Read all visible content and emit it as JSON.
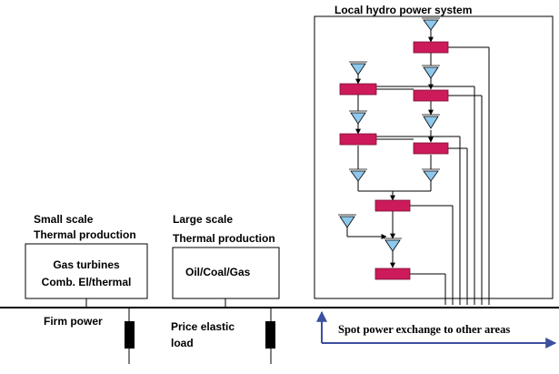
{
  "hydro": {
    "title": "Local hydro power system"
  },
  "small_scale": {
    "line1": "Small scale",
    "line2": "Thermal production",
    "box_line1": "Gas turbines",
    "box_line2": "Comb. El/thermal"
  },
  "large_scale": {
    "line1": "Large scale",
    "line2": "Thermal production",
    "box_line1": "Oil/Coal/Gas"
  },
  "firm_power": {
    "label": "Firm power"
  },
  "price_elastic": {
    "line1": "Price elastic",
    "line2": "load"
  },
  "spot": {
    "label": "Spot power exchange to other areas"
  },
  "colors": {
    "turbine": "#cc1a5a",
    "reservoir": "#8ec8ec",
    "arrow": "#3c4fa0",
    "line": "#000000"
  }
}
